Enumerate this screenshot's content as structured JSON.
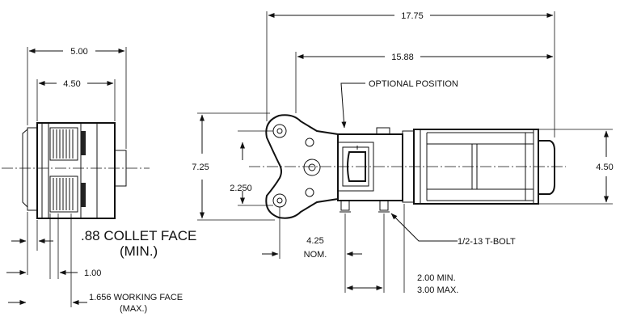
{
  "labels": {
    "overall_length": "17.75",
    "body_length": "15.88",
    "optional_position": "OPTIONAL POSITION",
    "side_overall": "5.00",
    "side_body": "4.50",
    "clamp_height": "7.25",
    "jaw_spacing": "2.250",
    "cylinder_height": "4.50",
    "collet_face": ".88 COLLET FACE",
    "collet_face_min": "(MIN.)",
    "nom_value": "4.25",
    "nom_label": "NOM.",
    "tbolt": "1/2-13 T-BOLT",
    "dim_1_00": "1.00",
    "working_face": "1.656 WORKING FACE",
    "working_face_max": "(MAX.)",
    "min_dim": "2.00 MIN.",
    "max_dim": "3.00 MAX."
  }
}
